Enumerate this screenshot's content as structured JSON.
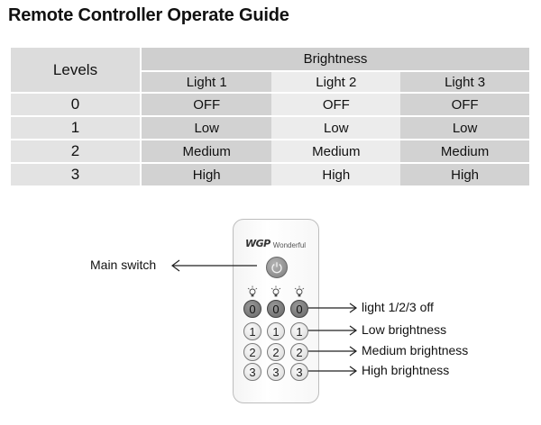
{
  "title": "Remote Controller Operate Guide",
  "table": {
    "levels_header": "Levels",
    "brightness_header": "Brightness",
    "lights": [
      "Light 1",
      "Light 2",
      "Light 3"
    ],
    "rows": [
      {
        "level": "0",
        "values": [
          "OFF",
          "OFF",
          "OFF"
        ]
      },
      {
        "level": "1",
        "values": [
          "Low",
          "Low",
          "Low"
        ]
      },
      {
        "level": "2",
        "values": [
          "Medium",
          "Medium",
          "Medium"
        ]
      },
      {
        "level": "3",
        "values": [
          "High",
          "High",
          "High"
        ]
      }
    ]
  },
  "remote": {
    "logo_mark": "WGP",
    "logo_text": "Wonderful",
    "buttons": {
      "row0": [
        "0",
        "0",
        "0"
      ],
      "row1": [
        "1",
        "1",
        "1"
      ],
      "row2": [
        "2",
        "2",
        "2"
      ],
      "row3": [
        "3",
        "3",
        "3"
      ]
    }
  },
  "callouts": {
    "main_switch": "Main switch",
    "off": "light 1/2/3 off",
    "low": "Low brightness",
    "medium": "Medium brightness",
    "high": "High brightness"
  },
  "icons": [
    "power-icon",
    "bulb-icon",
    "arrow-icon"
  ]
}
